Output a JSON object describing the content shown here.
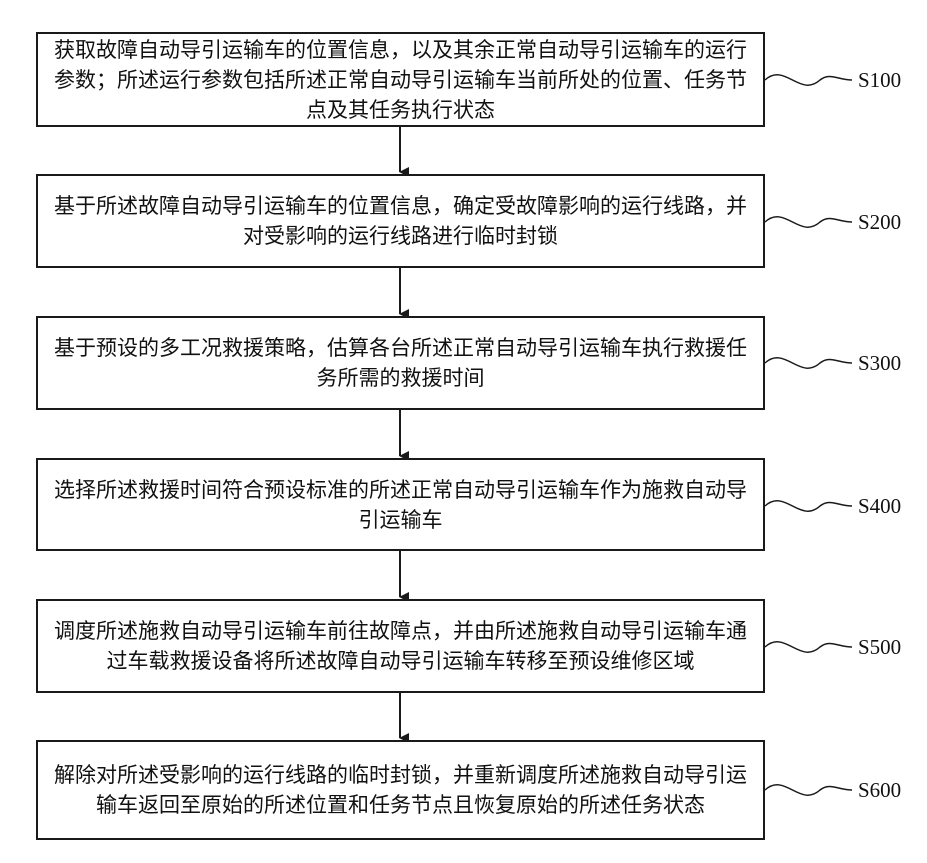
{
  "flowchart": {
    "steps": [
      {
        "id": "S100",
        "text": "获取故障自动导引运输车的位置信息，以及其余正常自动导引运输车的运行参数；所述运行参数包括所述正常自动导引运输车当前所处的位置、任务节点及其任务执行状态"
      },
      {
        "id": "S200",
        "text": "基于所述故障自动导引运输车的位置信息，确定受故障影响的运行线路，并对受影响的运行线路进行临时封锁"
      },
      {
        "id": "S300",
        "text": "基于预设的多工况救援策略，估算各台所述正常自动导引运输车执行救援任务所需的救援时间"
      },
      {
        "id": "S400",
        "text": "选择所述救援时间符合预设标准的所述正常自动导引运输车作为施救自动导引运输车"
      },
      {
        "id": "S500",
        "text": "调度所述施救自动导引运输车前往故障点，并由所述施救自动导引运输车通过车载救援设备将所述故障自动导引运输车转移至预设维修区域"
      },
      {
        "id": "S600",
        "text": "解除对所述受影响的运行线路的临时封锁，并重新调度所述施救自动导引运输车返回至原始的所述位置和任务节点且恢复原始的所述任务状态"
      }
    ]
  }
}
